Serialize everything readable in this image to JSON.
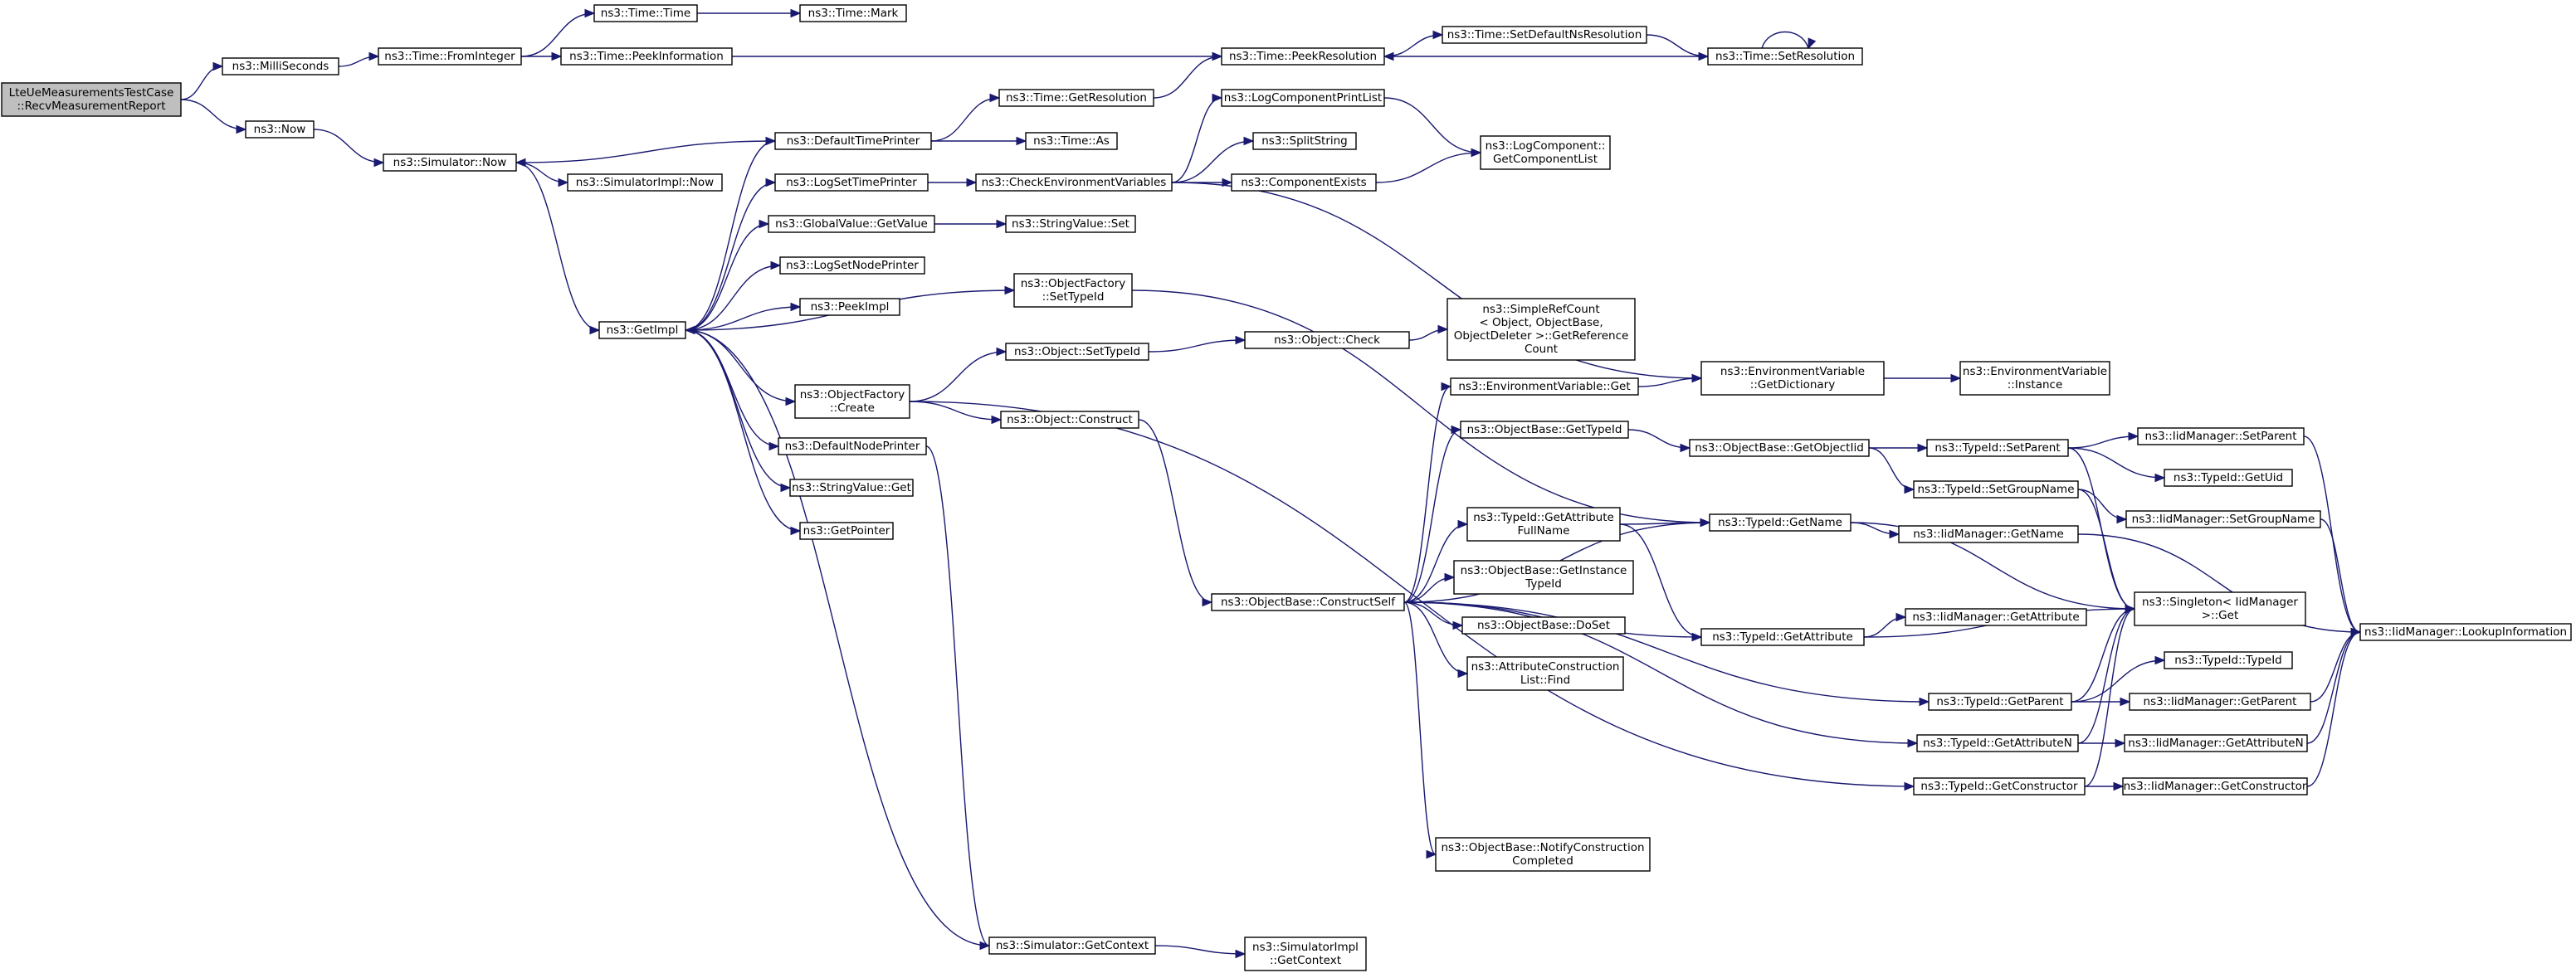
{
  "diagram": {
    "nodes": [
      {
        "id": "root",
        "lines": [
          "LteUeMeasurementsTestCase",
          "::RecvMeasurementReport"
        ],
        "root": true
      },
      {
        "id": "milliseconds",
        "lines": [
          "ns3::MilliSeconds"
        ]
      },
      {
        "id": "now",
        "lines": [
          "ns3::Now"
        ]
      },
      {
        "id": "fromint",
        "lines": [
          "ns3::Time::FromInteger"
        ]
      },
      {
        "id": "time",
        "lines": [
          "ns3::Time::Time"
        ]
      },
      {
        "id": "mark",
        "lines": [
          "ns3::Time::Mark"
        ]
      },
      {
        "id": "peekinfo",
        "lines": [
          "ns3::Time::PeekInformation"
        ]
      },
      {
        "id": "peekres",
        "lines": [
          "ns3::Time::PeekResolution"
        ]
      },
      {
        "id": "setdefns",
        "lines": [
          "ns3::Time::SetDefaultNsResolution"
        ]
      },
      {
        "id": "setres",
        "lines": [
          "ns3::Time::SetResolution"
        ]
      },
      {
        "id": "simnow",
        "lines": [
          "ns3::Simulator::Now"
        ]
      },
      {
        "id": "simimplnow",
        "lines": [
          "ns3::SimulatorImpl::Now"
        ]
      },
      {
        "id": "getimpl",
        "lines": [
          "ns3::GetImpl"
        ]
      },
      {
        "id": "deftimeprinter",
        "lines": [
          "ns3::DefaultTimePrinter"
        ]
      },
      {
        "id": "getresolution",
        "lines": [
          "ns3::Time::GetResolution"
        ]
      },
      {
        "id": "timeas",
        "lines": [
          "ns3::Time::As"
        ]
      },
      {
        "id": "logsettime",
        "lines": [
          "ns3::LogSetTimePrinter"
        ]
      },
      {
        "id": "checkenv",
        "lines": [
          "ns3::CheckEnvironmentVariables"
        ]
      },
      {
        "id": "logcompprint",
        "lines": [
          "ns3::LogComponentPrintList"
        ]
      },
      {
        "id": "splitstring",
        "lines": [
          "ns3::SplitString"
        ]
      },
      {
        "id": "compexists",
        "lines": [
          "ns3::ComponentExists"
        ]
      },
      {
        "id": "getcomplist",
        "lines": [
          "ns3::LogComponent::",
          "GetComponentList"
        ]
      },
      {
        "id": "globalval",
        "lines": [
          "ns3::GlobalValue::GetValue"
        ]
      },
      {
        "id": "stringvalset",
        "lines": [
          "ns3::StringValue::Set"
        ]
      },
      {
        "id": "logsetnode",
        "lines": [
          "ns3::LogSetNodePrinter"
        ]
      },
      {
        "id": "peekimpl",
        "lines": [
          "ns3::PeekImpl"
        ]
      },
      {
        "id": "objfactsettype",
        "lines": [
          "ns3::ObjectFactory",
          "::SetTypeId"
        ]
      },
      {
        "id": "simplerefcount",
        "lines": [
          "ns3::SimpleRefCount",
          "< Object, ObjectBase,",
          "ObjectDeleter >::GetReference",
          "Count"
        ]
      },
      {
        "id": "objsettypeid",
        "lines": [
          "ns3::Object::SetTypeId"
        ]
      },
      {
        "id": "objcheck",
        "lines": [
          "ns3::Object::Check"
        ]
      },
      {
        "id": "objfactcreate",
        "lines": [
          "ns3::ObjectFactory",
          "::Create"
        ]
      },
      {
        "id": "objconstruct",
        "lines": [
          "ns3::Object::Construct"
        ]
      },
      {
        "id": "defnodeprinter",
        "lines": [
          "ns3::DefaultNodePrinter"
        ]
      },
      {
        "id": "stringvalget",
        "lines": [
          "ns3::StringValue::Get"
        ]
      },
      {
        "id": "getpointer",
        "lines": [
          "ns3::GetPointer"
        ]
      },
      {
        "id": "envget",
        "lines": [
          "ns3::EnvironmentVariable::Get"
        ]
      },
      {
        "id": "envgetdict",
        "lines": [
          "ns3::EnvironmentVariable",
          "::GetDictionary"
        ]
      },
      {
        "id": "envinstance",
        "lines": [
          "ns3::EnvironmentVariable",
          "::Instance"
        ]
      },
      {
        "id": "objbasegettypeid",
        "lines": [
          "ns3::ObjectBase::GetTypeId"
        ]
      },
      {
        "id": "objbasegetobjtid",
        "lines": [
          "ns3::ObjectBase::GetObjectIid"
        ]
      },
      {
        "id": "typeidsetparent",
        "lines": [
          "ns3::TypeId::SetParent"
        ]
      },
      {
        "id": "iidsetparent",
        "lines": [
          "ns3::IidManager::SetParent"
        ]
      },
      {
        "id": "typeidgetuid",
        "lines": [
          "ns3::TypeId::GetUid"
        ]
      },
      {
        "id": "typeidsetgroup",
        "lines": [
          "ns3::TypeId::SetGroupName"
        ]
      },
      {
        "id": "iidsetgroup",
        "lines": [
          "ns3::IidManager::SetGroupName"
        ]
      },
      {
        "id": "typeidgetattrfull",
        "lines": [
          "ns3::TypeId::GetAttribute",
          "FullName"
        ]
      },
      {
        "id": "typeidgetname",
        "lines": [
          "ns3::TypeId::GetName"
        ]
      },
      {
        "id": "iidgetname",
        "lines": [
          "ns3::IidManager::GetName"
        ]
      },
      {
        "id": "constructself",
        "lines": [
          "ns3::ObjectBase::ConstructSelf"
        ]
      },
      {
        "id": "objbasegetinst",
        "lines": [
          "ns3::ObjectBase::GetInstance",
          "TypeId"
        ]
      },
      {
        "id": "objbasedoset",
        "lines": [
          "ns3::ObjectBase::DoSet"
        ]
      },
      {
        "id": "attrconstruct",
        "lines": [
          "ns3::AttributeConstruction",
          "List::Find"
        ]
      },
      {
        "id": "typeidgetattr",
        "lines": [
          "ns3::TypeId::GetAttribute"
        ]
      },
      {
        "id": "iidgetattr",
        "lines": [
          "ns3::IidManager::GetAttribute"
        ]
      },
      {
        "id": "singleton",
        "lines": [
          "ns3::Singleton< IidManager",
          ">::Get"
        ]
      },
      {
        "id": "lookup",
        "lines": [
          "ns3::IidManager::LookupInformation"
        ]
      },
      {
        "id": "typeidtypeid",
        "lines": [
          "ns3::TypeId::TypeId"
        ]
      },
      {
        "id": "typeidgetparent",
        "lines": [
          "ns3::TypeId::GetParent"
        ]
      },
      {
        "id": "iidgetparent",
        "lines": [
          "ns3::IidManager::GetParent"
        ]
      },
      {
        "id": "typeidgetattrn",
        "lines": [
          "ns3::TypeId::GetAttributeN"
        ]
      },
      {
        "id": "iidgetattrn",
        "lines": [
          "ns3::IidManager::GetAttributeN"
        ]
      },
      {
        "id": "typeidgetctor",
        "lines": [
          "ns3::TypeId::GetConstructor"
        ]
      },
      {
        "id": "iidgetctor",
        "lines": [
          "ns3::IidManager::GetConstructor"
        ]
      },
      {
        "id": "notifyconstr",
        "lines": [
          "ns3::ObjectBase::NotifyConstruction",
          "Completed"
        ]
      },
      {
        "id": "simgetctx",
        "lines": [
          "ns3::Simulator::GetContext"
        ]
      },
      {
        "id": "simimplgetctx",
        "lines": [
          "ns3::SimulatorImpl",
          "::GetContext"
        ]
      }
    ],
    "edges": [
      [
        "root",
        "milliseconds"
      ],
      [
        "root",
        "now"
      ],
      [
        "milliseconds",
        "fromint"
      ],
      [
        "fromint",
        "time"
      ],
      [
        "fromint",
        "peekinfo"
      ],
      [
        "time",
        "mark"
      ],
      [
        "peekinfo",
        "peekres"
      ],
      [
        "peekres",
        "setdefns"
      ],
      [
        "setdefns",
        "setres"
      ],
      [
        "setres",
        "peekres"
      ],
      [
        "setres",
        "setres"
      ],
      [
        "now",
        "simnow"
      ],
      [
        "simnow",
        "simimplnow"
      ],
      [
        "simnow",
        "getimpl"
      ],
      [
        "deftimeprinter",
        "simnow"
      ],
      [
        "getimpl",
        "deftimeprinter"
      ],
      [
        "getimpl",
        "logsettime"
      ],
      [
        "getimpl",
        "globalval"
      ],
      [
        "getimpl",
        "logsetnode"
      ],
      [
        "getimpl",
        "peekimpl"
      ],
      [
        "getimpl",
        "objfactsettype"
      ],
      [
        "getimpl",
        "objfactcreate"
      ],
      [
        "getimpl",
        "defnodeprinter"
      ],
      [
        "getimpl",
        "stringvalget"
      ],
      [
        "getimpl",
        "getpointer"
      ],
      [
        "deftimeprinter",
        "getresolution"
      ],
      [
        "deftimeprinter",
        "timeas"
      ],
      [
        "getresolution",
        "peekres"
      ],
      [
        "logsettime",
        "checkenv"
      ],
      [
        "checkenv",
        "logcompprint"
      ],
      [
        "checkenv",
        "splitstring"
      ],
      [
        "checkenv",
        "compexists"
      ],
      [
        "checkenv",
        "envgetdict"
      ],
      [
        "logcompprint",
        "getcomplist"
      ],
      [
        "compexists",
        "getcomplist"
      ],
      [
        "globalval",
        "stringvalset"
      ],
      [
        "objfactsettype",
        "typeidgetname"
      ],
      [
        "objfactcreate",
        "objsettypeid"
      ],
      [
        "objfactcreate",
        "objconstruct"
      ],
      [
        "objfactcreate",
        "typeidgetctor"
      ],
      [
        "objsettypeid",
        "objcheck"
      ],
      [
        "objcheck",
        "simplerefcount"
      ],
      [
        "objconstruct",
        "constructself"
      ],
      [
        "defnodeprinter",
        "simgetctx"
      ],
      [
        "simgetctx",
        "getimpl"
      ],
      [
        "simgetctx",
        "simimplgetctx"
      ],
      [
        "constructself",
        "envget"
      ],
      [
        "constructself",
        "objbasegettypeid"
      ],
      [
        "constructself",
        "typeidgetname"
      ],
      [
        "constructself",
        "typeidgetattrfull"
      ],
      [
        "constructself",
        "objbasegetinst"
      ],
      [
        "constructself",
        "objbasedoset"
      ],
      [
        "constructself",
        "attrconstruct"
      ],
      [
        "constructself",
        "typeidgetattr"
      ],
      [
        "constructself",
        "typeidgetparent"
      ],
      [
        "constructself",
        "typeidgetattrn"
      ],
      [
        "constructself",
        "notifyconstr"
      ],
      [
        "envget",
        "envgetdict"
      ],
      [
        "envgetdict",
        "envinstance"
      ],
      [
        "objbasegettypeid",
        "objbasegetobjtid"
      ],
      [
        "objbasegetobjtid",
        "typeidsetparent"
      ],
      [
        "objbasegetobjtid",
        "typeidsetgroup"
      ],
      [
        "typeidsetparent",
        "iidsetparent"
      ],
      [
        "typeidsetparent",
        "typeidgetuid"
      ],
      [
        "typeidsetparent",
        "singleton"
      ],
      [
        "typeidsetgroup",
        "iidsetgroup"
      ],
      [
        "typeidsetgroup",
        "singleton"
      ],
      [
        "typeidgetattrfull",
        "typeidgetname"
      ],
      [
        "typeidgetattrfull",
        "typeidgetattr"
      ],
      [
        "typeidgetname",
        "iidgetname"
      ],
      [
        "typeidgetname",
        "singleton"
      ],
      [
        "typeidgetattr",
        "iidgetattr"
      ],
      [
        "typeidgetattr",
        "singleton"
      ],
      [
        "typeidgetparent",
        "typeidtypeid"
      ],
      [
        "typeidgetparent",
        "iidgetparent"
      ],
      [
        "typeidgetparent",
        "singleton"
      ],
      [
        "typeidgetattrn",
        "iidgetattrn"
      ],
      [
        "typeidgetattrn",
        "singleton"
      ],
      [
        "typeidgetctor",
        "iidgetctor"
      ],
      [
        "typeidgetctor",
        "singleton"
      ],
      [
        "iidsetparent",
        "lookup"
      ],
      [
        "iidsetgroup",
        "lookup"
      ],
      [
        "iidgetname",
        "lookup"
      ],
      [
        "iidgetparent",
        "lookup"
      ],
      [
        "iidgetattrn",
        "lookup"
      ],
      [
        "iidgetctor",
        "lookup"
      ]
    ]
  }
}
